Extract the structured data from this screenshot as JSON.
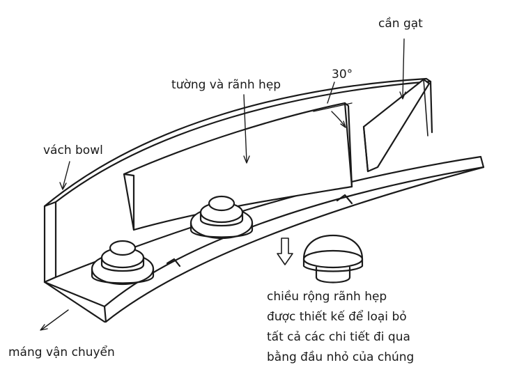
{
  "labels": {
    "can_gat": "cần gạt",
    "tuong_ranh_hep": "tường và rãnh hẹp",
    "angle": "30°",
    "vach_bowl": "vách bowl",
    "mang_van_chuyen": "máng vận chuyển"
  },
  "note": {
    "lines": [
      "chiều rộng rãnh hẹp",
      "được thiết kế để loại bỏ",
      "tất cả các chi tiết đi qua",
      "bằng đầu nhỏ của chúng"
    ]
  },
  "colors": {
    "ink": "#1a1a1a",
    "background": "#ffffff"
  }
}
